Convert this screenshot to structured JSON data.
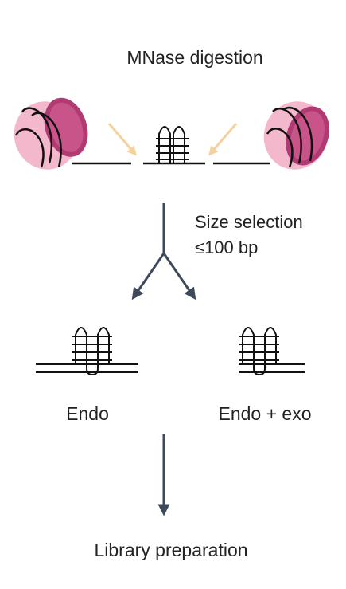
{
  "steps": {
    "digestion": "MNase digestion",
    "selection_line1": "Size selection",
    "selection_line2": "≤100 bp",
    "endo": "Endo",
    "endo_exo": "Endo + exo",
    "library": "Library preparation"
  },
  "colors": {
    "nucleosome_light": "#f4b8cc",
    "nucleosome_dark": "#b03a72",
    "arrow_cut": "#f6d09e",
    "flow_arrow": "#3e4a5c",
    "dna": "#111111"
  },
  "icons": {
    "nucleosome": "nucleosome-icon",
    "quadruplex": "g-quadruplex-icon",
    "cut_arrow": "cut-arrow-icon"
  }
}
